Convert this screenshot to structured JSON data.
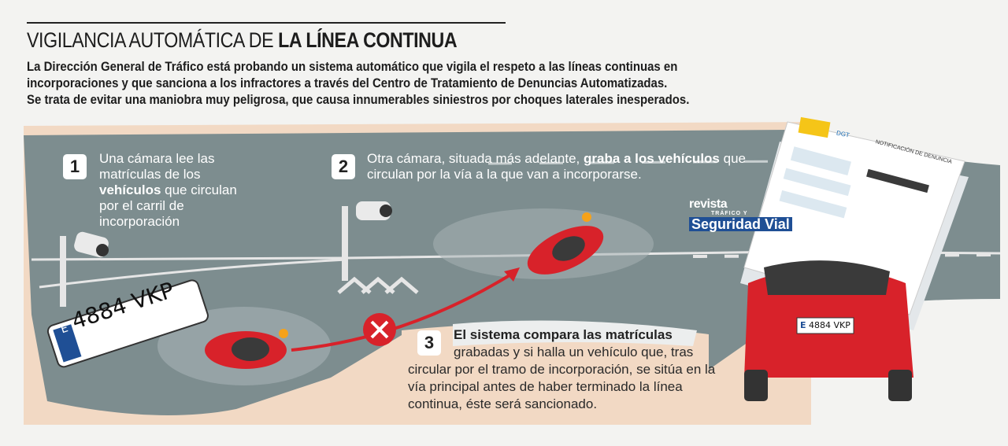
{
  "header": {
    "title_light": "VIGILANCIA AUTOMÁTICA DE ",
    "title_bold": "LA LÍNEA CONTINUA",
    "intro": [
      "La Dirección General de Tráfico está probando un sistema automático que vigila el respeto a las líneas continuas en",
      "incorporaciones y que sanciona a los infractores a través del Centro de Tratamiento de Denuncias Automatizadas.",
      "Se trata de evitar una maniobra muy peligrosa, que causa innumerables siniestros por choques laterales inesperados."
    ]
  },
  "steps": [
    {
      "number": "1",
      "text_before": "Una cámara lee las matrículas de los ",
      "text_bold": "vehículos",
      "text_after": " que circulan por el carril de incorporación"
    },
    {
      "number": "2",
      "text_before": "Otra cámara, situada más adelante, ",
      "text_bold": "graba a los vehículos",
      "text_after": " que circulan por la vía a la que van a incorporarse."
    },
    {
      "number": "3",
      "text_bold": "El sistema compara las matrículas",
      "text_after": " grabadas y si halla un vehículo que, tras circular por el tramo de incorporación, se sitúa en la vía principal antes de haber terminado la línea continua, éste será sancionado."
    }
  ],
  "plate_large": {
    "country": "E",
    "number": "4884 VKP"
  },
  "plate_small": {
    "country": "E",
    "number": "4884 VKP"
  },
  "document": {
    "title": "NOTIFICACIÓN DE DENUNCIA",
    "logo": "DGT"
  },
  "brand": {
    "line1": "revista",
    "line2": "TRÁFICO Y",
    "line3": "Seguridad Vial"
  },
  "colors": {
    "road": "#7d8d8f",
    "sand": "#f2d9c4",
    "car": "#d8222a",
    "accent": "#1f4f95",
    "forbidden": "#d8222a"
  },
  "icons": [
    "camera-icon",
    "forbidden-x-icon",
    "arrow-icon",
    "car-icon",
    "document-icon",
    "spain-flag-icon"
  ]
}
